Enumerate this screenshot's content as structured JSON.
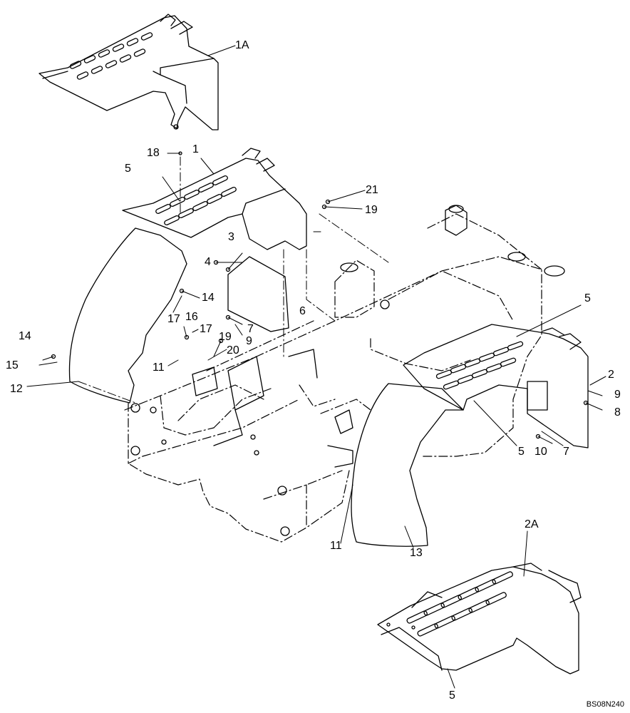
{
  "diagram": {
    "drawing_code": "BS08N240",
    "callouts": {
      "c1A": "1A",
      "c1": "1",
      "c18": "18",
      "c5_top": "5",
      "c21": "21",
      "c19_top": "19",
      "c3": "3",
      "c4": "4",
      "c14_right": "14",
      "c6": "6",
      "c17_upper": "17",
      "c16": "16",
      "c17_lower": "17",
      "c7_left": "7",
      "c14_left": "14",
      "c9_left": "9",
      "c19_mid": "19",
      "c20": "20",
      "c15": "15",
      "c11_left": "11",
      "c12": "12",
      "c5_right": "5",
      "c2": "2",
      "c9_right": "9",
      "c8": "8",
      "c5_lower": "5",
      "c10": "10",
      "c7_right": "7",
      "c11_center": "11",
      "c13": "13",
      "c2A": "2A",
      "c5_bottom": "5"
    }
  }
}
